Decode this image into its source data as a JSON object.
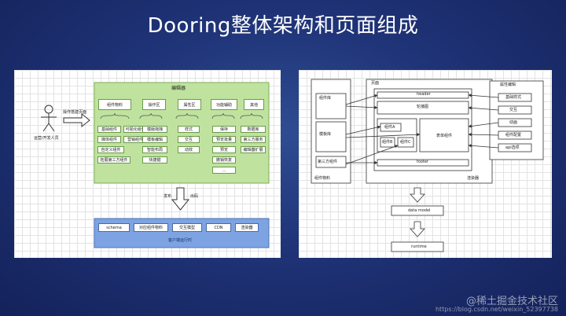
{
  "title": "Dooring整体架构和页面组成",
  "left": {
    "actor": "运营/开发人员",
    "enter_label": "操作搭建页面",
    "editor_title": "编辑器",
    "modules": [
      "组件物料",
      "操作区",
      "属性区",
      "功能辅助",
      "其他"
    ],
    "sub_items": [
      [
        "基础组件",
        "可视化组件",
        "营销组件",
        "媒体组件",
        "自定义组件",
        "拓展第三方组件"
      ],
      [
        "模版拖拽",
        "模板编辑",
        "智能布局",
        "快捷键"
      ],
      [
        "样式",
        "交互",
        "动效"
      ],
      [
        "保存",
        "预览批量",
        "预览",
        "撤销恢复",
        "..."
      ],
      [
        "数据库",
        "第三方服务",
        "编辑器扩展"
      ]
    ],
    "publish_label": "发布",
    "output_label": "出码",
    "bottom_items": [
      "schema",
      "对应组件物料",
      "交互模型",
      "CDN",
      "渲染器"
    ],
    "bottom_title": "客户端运行时"
  },
  "right": {
    "page_label": "页面",
    "left_items": [
      "组件库",
      "模板库",
      "第三方组件"
    ],
    "left_footer": "组件物料",
    "header": "header",
    "carousel": "轮播图",
    "comp_a": "组件A",
    "comp_b": "组件B",
    "comp_c": "组件C",
    "form": "表单组件",
    "footer": "footer",
    "renderer": "渲染器",
    "attr_title": "属性编辑",
    "attr_items": [
      "基础样式",
      "交互",
      "动画",
      "组件配置",
      "api选项"
    ],
    "data_model": "data model",
    "runtime": "runtime"
  },
  "watermark": {
    "line1": "@稀土掘金技术社区",
    "line2": "https://blog.csdn.net/weixin_52397738"
  }
}
